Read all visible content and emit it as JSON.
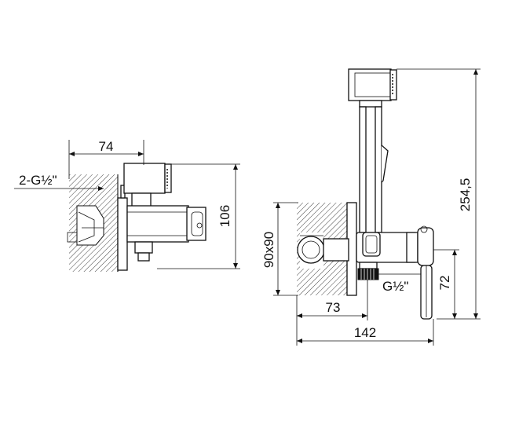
{
  "side_view": {
    "width_dim": "74",
    "thread_dim": "2-G½\"",
    "height_dim": "106"
  },
  "front_view": {
    "box_dim": "90x90",
    "total_height_dim": "254,5",
    "outlet_height_dim": "72",
    "thread_dim": "G½\"",
    "depth_dim": "73",
    "total_width_dim": "142"
  },
  "colors": {
    "line": "#111111",
    "background": "#ffffff"
  }
}
